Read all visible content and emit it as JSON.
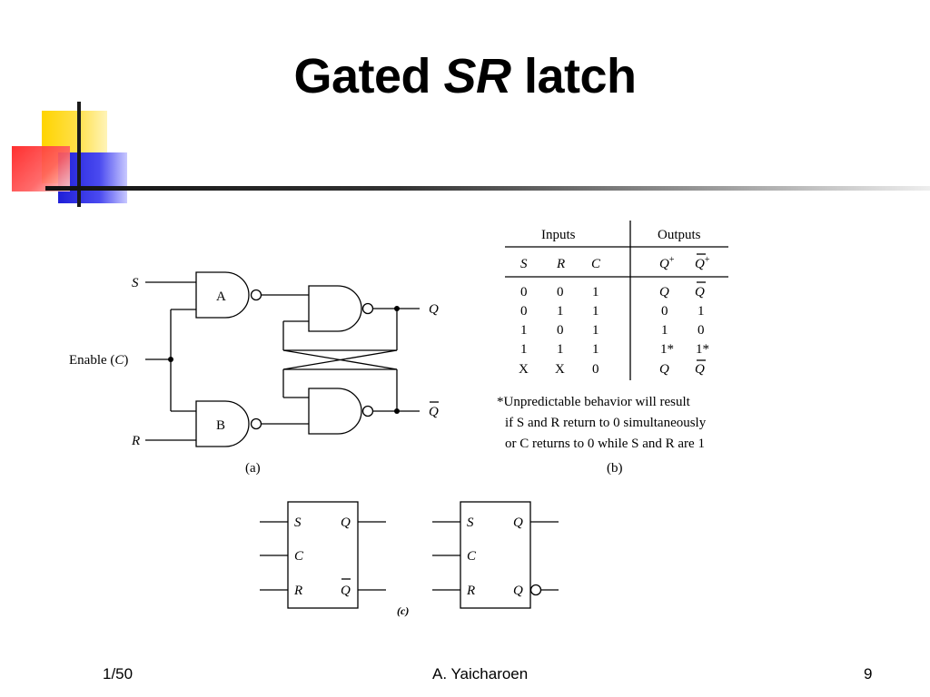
{
  "slide": {
    "title_main": "Gated ",
    "title_italic": "SR",
    "title_end": " latch"
  },
  "circuit": {
    "label_S": "S",
    "label_enable": "Enable (",
    "label_C": "C",
    "label_close": ")",
    "label_R": "R",
    "gate_A": "A",
    "gate_B": "B",
    "out_Q": "Q",
    "out_Qbar": "Q",
    "caption": "(a)"
  },
  "truth_table": {
    "inputs_header": "Inputs",
    "outputs_header": "Outputs",
    "columns": [
      "S",
      "R",
      "C",
      "Q",
      "Q"
    ],
    "column_superscripts": [
      "",
      "",
      "",
      "+",
      "+"
    ],
    "rows": [
      [
        "0",
        "0",
        "1",
        "Q",
        "Q"
      ],
      [
        "0",
        "1",
        "1",
        "0",
        "1"
      ],
      [
        "1",
        "0",
        "1",
        "1",
        "0"
      ],
      [
        "1",
        "1",
        "1",
        "1*",
        "1*"
      ],
      [
        "X",
        "X",
        "0",
        "Q",
        "Q"
      ]
    ],
    "note": [
      "*Unpredictable behavior will result",
      "if S and R return to 0 simultaneously",
      "or C returns to 0 while S and R are 1"
    ],
    "caption": "(b)"
  },
  "symbols": {
    "pin_S": "S",
    "pin_C": "C",
    "pin_R": "R",
    "pin_Q": "Q",
    "pin_Qbar": "Q",
    "caption": "(c)"
  },
  "footer": {
    "left": "1/50",
    "center": "A. Yaicharoen",
    "right": "9"
  },
  "colors": {
    "deco_yellow": "#ffd700",
    "deco_red": "#ff3b3b",
    "deco_blue": "#2a2adc"
  }
}
